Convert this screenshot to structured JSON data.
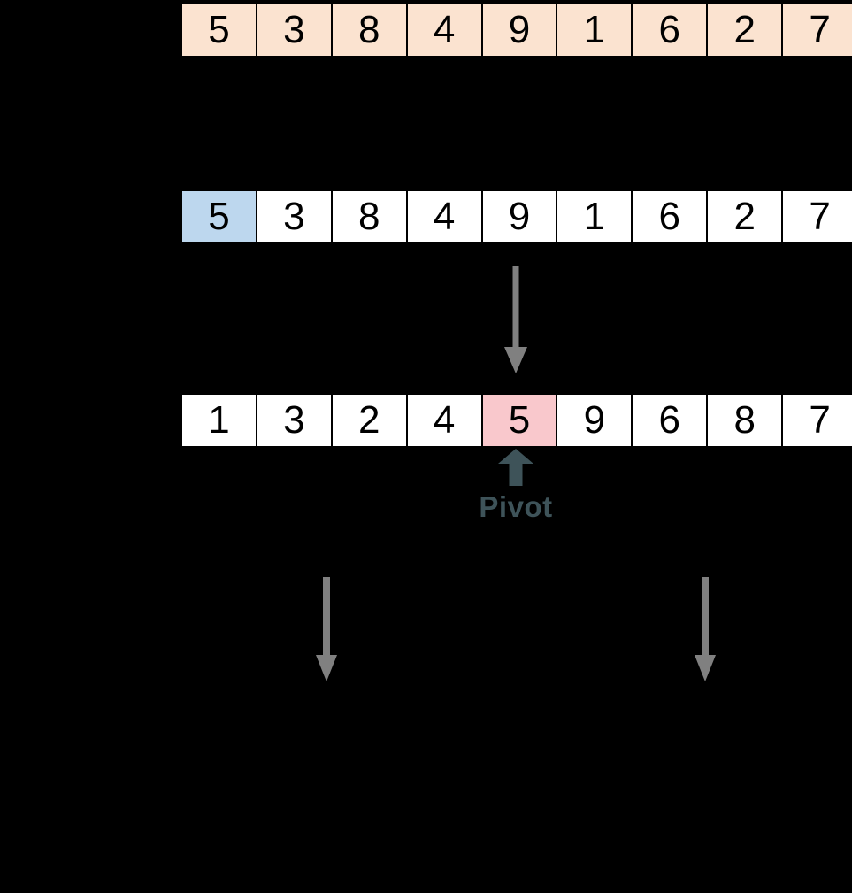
{
  "diagram": {
    "arrays": [
      {
        "id": "initial",
        "values": [
          "5",
          "3",
          "8",
          "4",
          "9",
          "1",
          "6",
          "2",
          "7"
        ]
      },
      {
        "id": "select-first-element",
        "values": [
          "5",
          "3",
          "8",
          "4",
          "9",
          "1",
          "6",
          "2",
          "7"
        ],
        "highlighted_index": 0
      },
      {
        "id": "partitioned",
        "values": [
          "1",
          "3",
          "2",
          "4",
          "5",
          "9",
          "6",
          "8",
          "7"
        ],
        "highlighted_index": 4
      }
    ],
    "pivot_label": "Pivot",
    "colors": {
      "background": "#000000",
      "unsorted_cell": "#FBE3D0",
      "default_cell": "#FFFFFF",
      "selected_cell": "#BDD7EE",
      "pivot_cell": "#F9C8CC",
      "cell_border": "#000000",
      "cell_text": "#000000",
      "flow_arrow": "#808080",
      "pivot_accent": "#3E5359"
    }
  }
}
